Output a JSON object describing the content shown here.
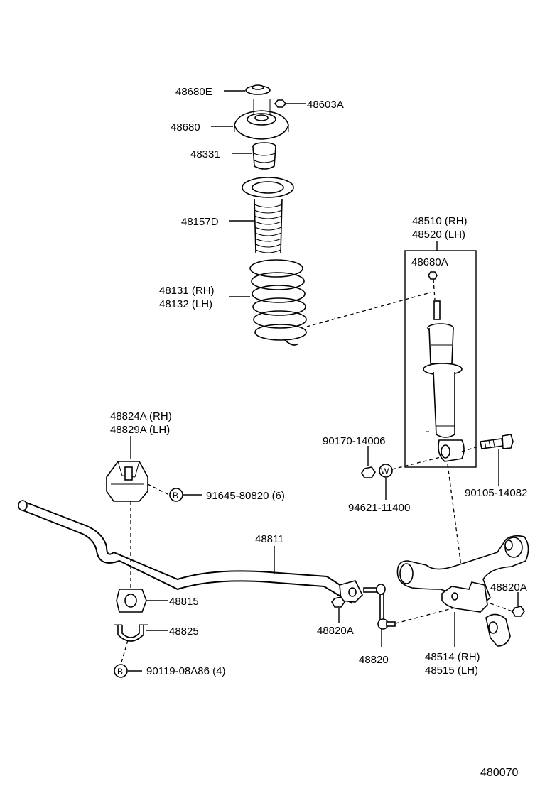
{
  "labels": {
    "p48680E": "48680E",
    "p48603A": "48603A",
    "p48680": "48680",
    "p48331": "48331",
    "p48157D": "48157D",
    "p48131": "48131 (RH)",
    "p48132": "48132 (LH)",
    "p48510": "48510 (RH)",
    "p48520": "48520 (LH)",
    "p48680A": "48680A",
    "p90170": "90170-14006",
    "p94621": "94621-11400",
    "p90105": "90105-14082",
    "p48824A": "48824A (RH)",
    "p48829A": "48829A (LH)",
    "p91645": "91645-80820 (6)",
    "p48811": "48811",
    "p48815": "48815",
    "p48825": "48825",
    "p90119": "90119-08A86 (4)",
    "p48820A_left": "48820A",
    "p48820": "48820",
    "p48820A_right": "48820A",
    "p48514": "48514 (RH)",
    "p48515": "48515 (LH)",
    "diagram_id": "480070"
  },
  "symbols": {
    "bolt_b": "B",
    "washer_w": "W"
  }
}
